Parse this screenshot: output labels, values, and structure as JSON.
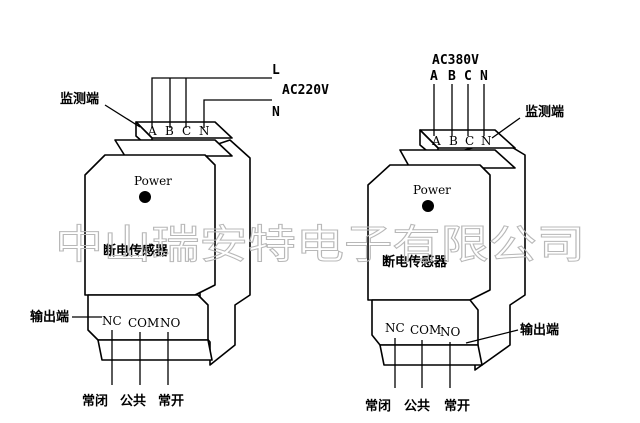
{
  "watermark": "中山瑞安特电子有限公司",
  "left_device": {
    "power_label": "Power",
    "product_name": "断电传感器",
    "input_terminals": [
      "A",
      "B",
      "C",
      "N"
    ],
    "output_terminals": [
      "NC",
      "COM",
      "NO"
    ],
    "monitor_label": "监测端",
    "output_label": "输出端",
    "line_L": "L",
    "line_N": "N",
    "voltage": "AC220V",
    "bottom_labels": [
      "常闭",
      "公共",
      "常开"
    ]
  },
  "right_device": {
    "power_label": "Power",
    "product_name": "断电传感器",
    "input_terminals": [
      "A",
      "B",
      "C",
      "N"
    ],
    "output_terminals": [
      "NC",
      "COM",
      "NO"
    ],
    "monitor_label": "监测端",
    "output_label": "输出端",
    "voltage": "AC380V",
    "phase_labels": [
      "A",
      "B",
      "C",
      "N"
    ],
    "bottom_labels": [
      "常闭",
      "公共",
      "常开"
    ]
  }
}
